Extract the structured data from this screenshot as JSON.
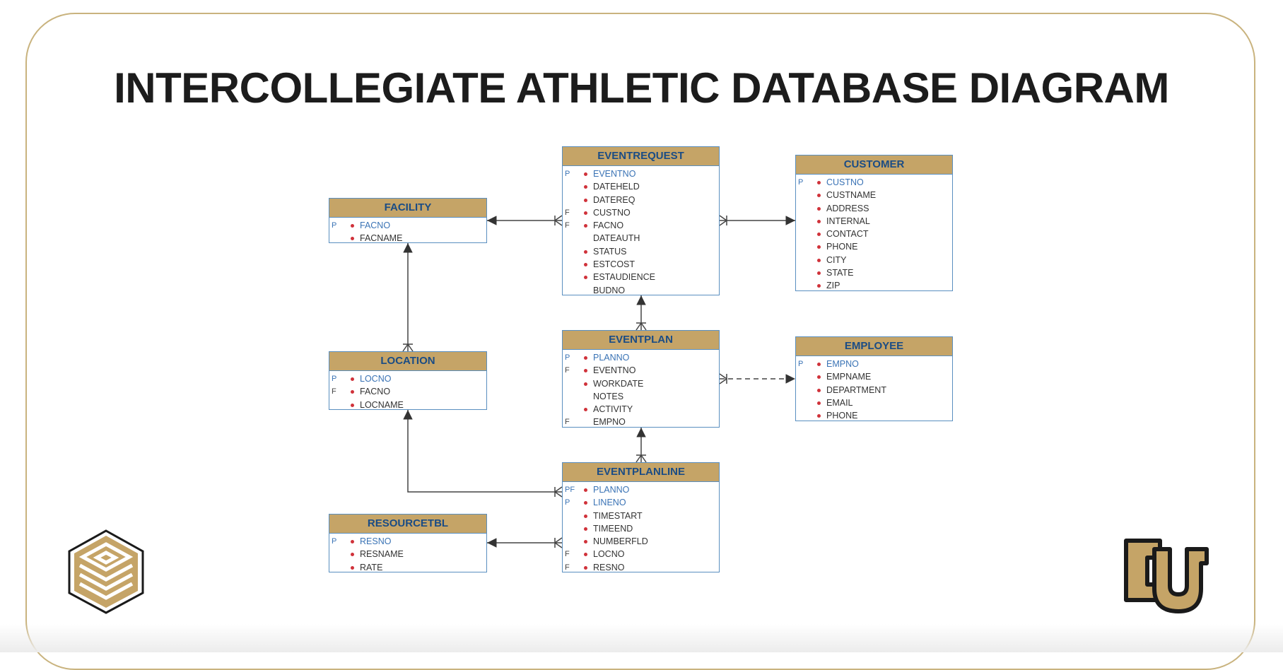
{
  "title": "INTERCOLLEGIATE ATHLETIC DATABASE DIAGRAM",
  "colors": {
    "header_fill": "#c5a467",
    "border": "#5a8fc0",
    "header_text": "#1a4c85",
    "dot": "#d0323a",
    "key_text": "#3a73b5"
  },
  "entities": {
    "eventrequest": {
      "name": "EVENTREQUEST",
      "attrs": [
        {
          "key": "P",
          "name": "EVENTNO",
          "dot": true,
          "pk": true
        },
        {
          "key": "",
          "name": "DATEHELD",
          "dot": true,
          "pk": false
        },
        {
          "key": "",
          "name": "DATEREQ",
          "dot": true,
          "pk": false
        },
        {
          "key": "F",
          "name": "CUSTNO",
          "dot": true,
          "pk": false
        },
        {
          "key": "F",
          "name": "FACNO",
          "dot": true,
          "pk": false
        },
        {
          "key": "",
          "name": "DATEAUTH",
          "dot": false,
          "pk": false
        },
        {
          "key": "",
          "name": "STATUS",
          "dot": true,
          "pk": false
        },
        {
          "key": "",
          "name": "ESTCOST",
          "dot": true,
          "pk": false
        },
        {
          "key": "",
          "name": "ESTAUDIENCE",
          "dot": true,
          "pk": false
        },
        {
          "key": "",
          "name": "BUDNO",
          "dot": false,
          "pk": false
        }
      ]
    },
    "customer": {
      "name": "CUSTOMER",
      "attrs": [
        {
          "key": "P",
          "name": "CUSTNO",
          "dot": true,
          "pk": true
        },
        {
          "key": "",
          "name": "CUSTNAME",
          "dot": true,
          "pk": false
        },
        {
          "key": "",
          "name": "ADDRESS",
          "dot": true,
          "pk": false
        },
        {
          "key": "",
          "name": "INTERNAL",
          "dot": true,
          "pk": false
        },
        {
          "key": "",
          "name": "CONTACT",
          "dot": true,
          "pk": false
        },
        {
          "key": "",
          "name": "PHONE",
          "dot": true,
          "pk": false
        },
        {
          "key": "",
          "name": "CITY",
          "dot": true,
          "pk": false
        },
        {
          "key": "",
          "name": "STATE",
          "dot": true,
          "pk": false
        },
        {
          "key": "",
          "name": "ZIP",
          "dot": true,
          "pk": false
        }
      ]
    },
    "facility": {
      "name": "FACILITY",
      "attrs": [
        {
          "key": "P",
          "name": "FACNO",
          "dot": true,
          "pk": true
        },
        {
          "key": "",
          "name": "FACNAME",
          "dot": true,
          "pk": false
        }
      ]
    },
    "location": {
      "name": "LOCATION",
      "attrs": [
        {
          "key": "P",
          "name": "LOCNO",
          "dot": true,
          "pk": true
        },
        {
          "key": "F",
          "name": "FACNO",
          "dot": true,
          "pk": false
        },
        {
          "key": "",
          "name": "LOCNAME",
          "dot": true,
          "pk": false
        }
      ]
    },
    "eventplan": {
      "name": "EVENTPLAN",
      "attrs": [
        {
          "key": "P",
          "name": "PLANNO",
          "dot": true,
          "pk": true
        },
        {
          "key": "F",
          "name": "EVENTNO",
          "dot": true,
          "pk": false
        },
        {
          "key": "",
          "name": "WORKDATE",
          "dot": true,
          "pk": false
        },
        {
          "key": "",
          "name": "NOTES",
          "dot": false,
          "pk": false
        },
        {
          "key": "",
          "name": "ACTIVITY",
          "dot": true,
          "pk": false
        },
        {
          "key": "F",
          "name": "EMPNO",
          "dot": false,
          "pk": false
        }
      ]
    },
    "employee": {
      "name": "EMPLOYEE",
      "attrs": [
        {
          "key": "P",
          "name": "EMPNO",
          "dot": true,
          "pk": true
        },
        {
          "key": "",
          "name": "EMPNAME",
          "dot": true,
          "pk": false
        },
        {
          "key": "",
          "name": "DEPARTMENT",
          "dot": true,
          "pk": false
        },
        {
          "key": "",
          "name": "EMAIL",
          "dot": true,
          "pk": false
        },
        {
          "key": "",
          "name": "PHONE",
          "dot": true,
          "pk": false
        }
      ]
    },
    "eventplanline": {
      "name": "EVENTPLANLINE",
      "attrs": [
        {
          "key": "PF",
          "name": "PLANNO",
          "dot": true,
          "pk": true
        },
        {
          "key": "P",
          "name": "LINENO",
          "dot": true,
          "pk": true
        },
        {
          "key": "",
          "name": "TIMESTART",
          "dot": true,
          "pk": false
        },
        {
          "key": "",
          "name": "TIMEEND",
          "dot": true,
          "pk": false
        },
        {
          "key": "",
          "name": "NUMBERFLD",
          "dot": true,
          "pk": false
        },
        {
          "key": "F",
          "name": "LOCNO",
          "dot": true,
          "pk": false
        },
        {
          "key": "F",
          "name": "RESNO",
          "dot": true,
          "pk": false
        }
      ]
    },
    "resourcetbl": {
      "name": "RESOURCETBL",
      "attrs": [
        {
          "key": "P",
          "name": "RESNO",
          "dot": true,
          "pk": true
        },
        {
          "key": "",
          "name": "RESNAME",
          "dot": true,
          "pk": false
        },
        {
          "key": "",
          "name": "RATE",
          "dot": true,
          "pk": false
        }
      ]
    }
  },
  "logos": {
    "left": "database-cube-logo",
    "right": "cu-logo"
  }
}
